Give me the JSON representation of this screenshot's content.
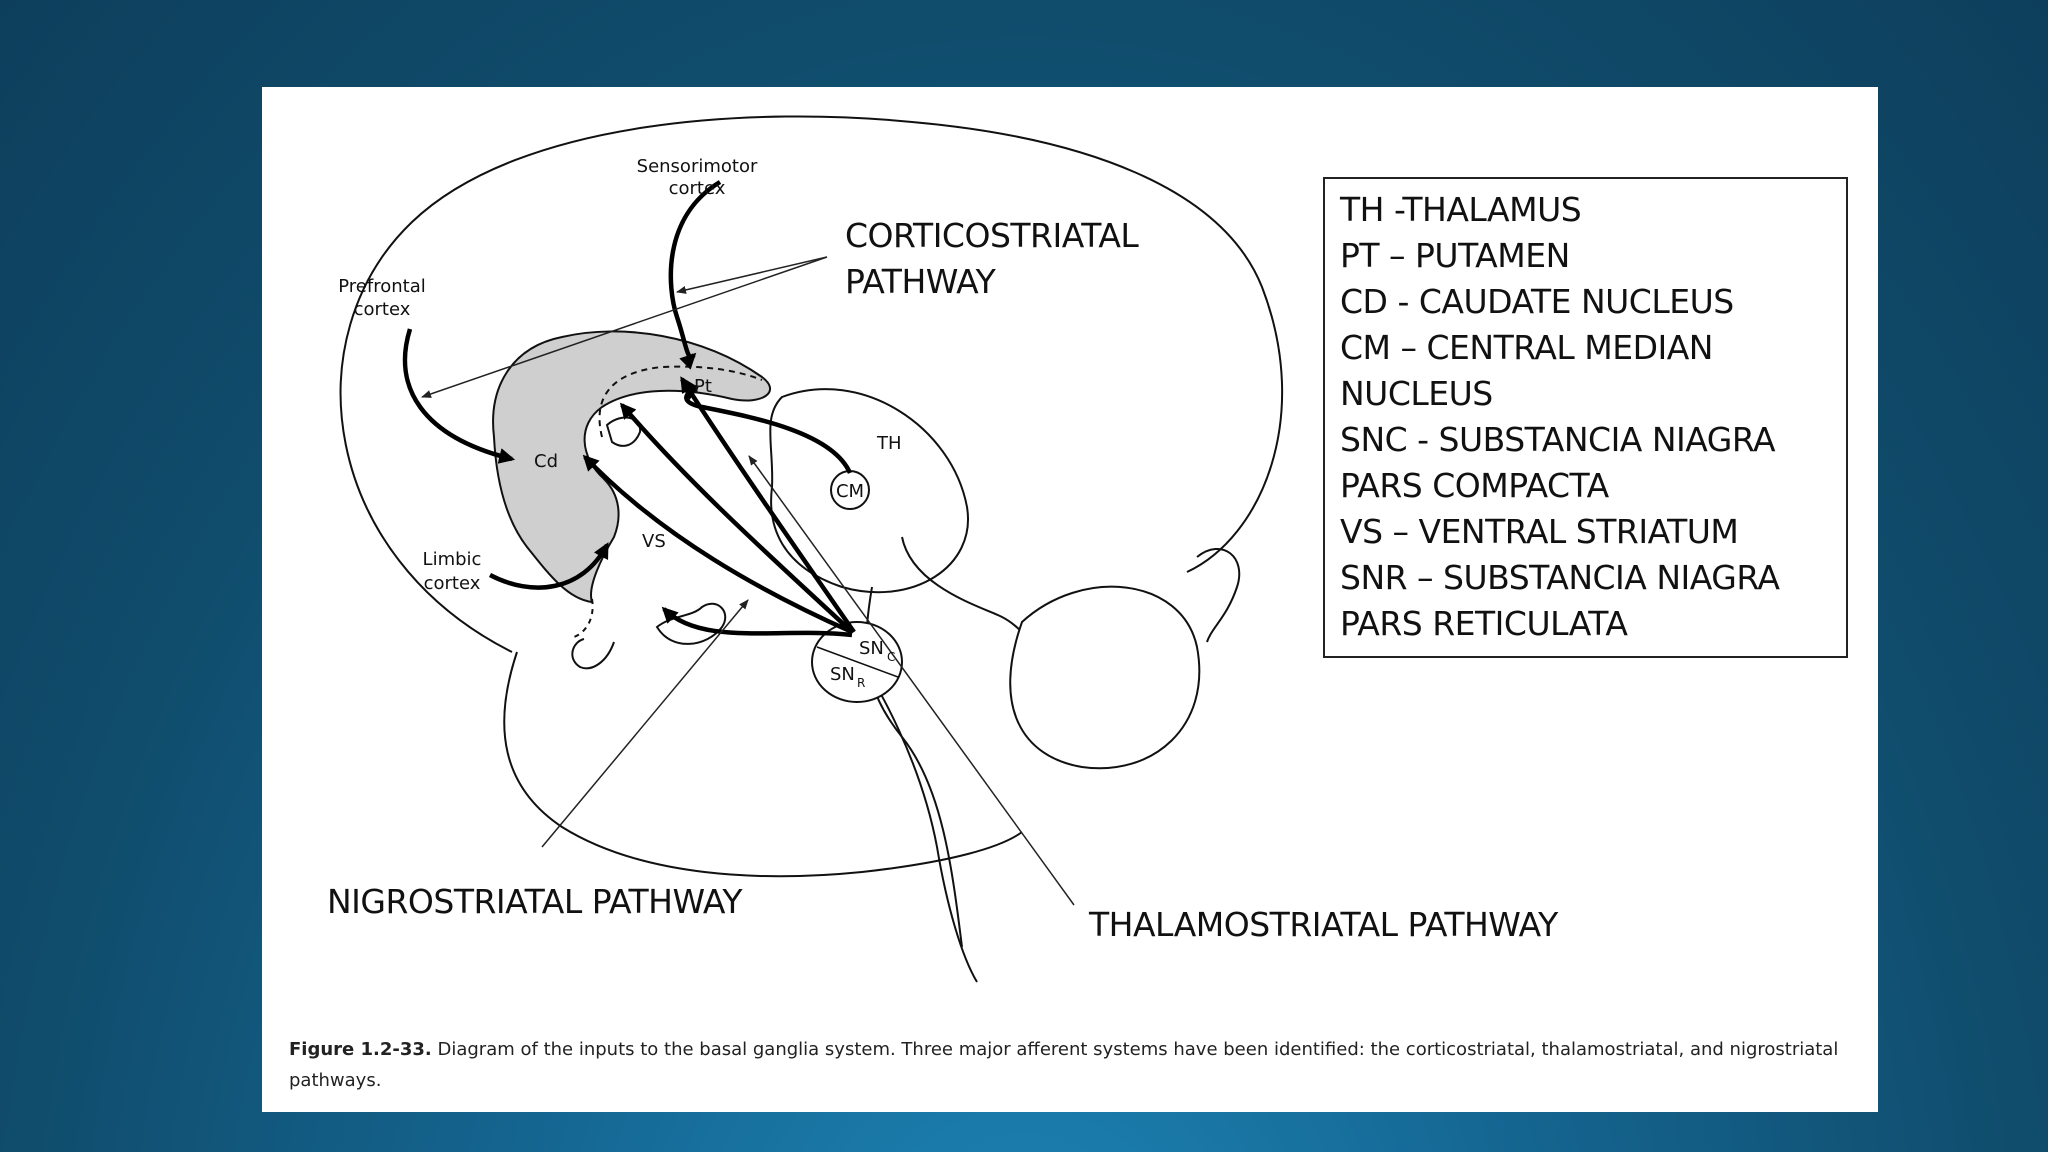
{
  "diagram": {
    "labels": {
      "sensorimotor_line1": "Sensorimotor",
      "sensorimotor_line2": "cortex",
      "prefrontal_line1": "Prefrontal",
      "prefrontal_line2": "cortex",
      "limbic_line1": "Limbic",
      "limbic_line2": "cortex",
      "cd": "Cd",
      "pt": "Pt",
      "vs": "VS",
      "th": "TH",
      "cm": "CM",
      "sn": "SN",
      "snc_sub": "C",
      "snr_sub": "R"
    }
  },
  "pathways": {
    "corticostriatal_line1": "CORTICOSTRIATAL",
    "corticostriatal_line2": "PATHWAY",
    "nigrostriatal": "NIGROSTRIATAL PATHWAY",
    "thalamostriatal": "THALAMOSTRIATAL PATHWAY"
  },
  "legend": {
    "lines": [
      "TH -THALAMUS",
      "PT – PUTAMEN",
      "CD -  CAUDATE NUCLEUS",
      "CM – CENTRAL MEDIAN",
      "NUCLEUS",
      "SNC - SUBSTANCIA NIAGRA",
      "PARS COMPACTA",
      "VS – VENTRAL STRIATUM",
      "SNR – SUBSTANCIA NIAGRA",
      "PARS RETICULATA"
    ]
  },
  "caption": {
    "figure_label": "Figure 1.2-33.",
    "text": " Diagram of the inputs to the basal ganglia system. Three major afferent systems have been identified: the corticostriatal, thalamostriatal, and nigrostriatal pathways."
  }
}
